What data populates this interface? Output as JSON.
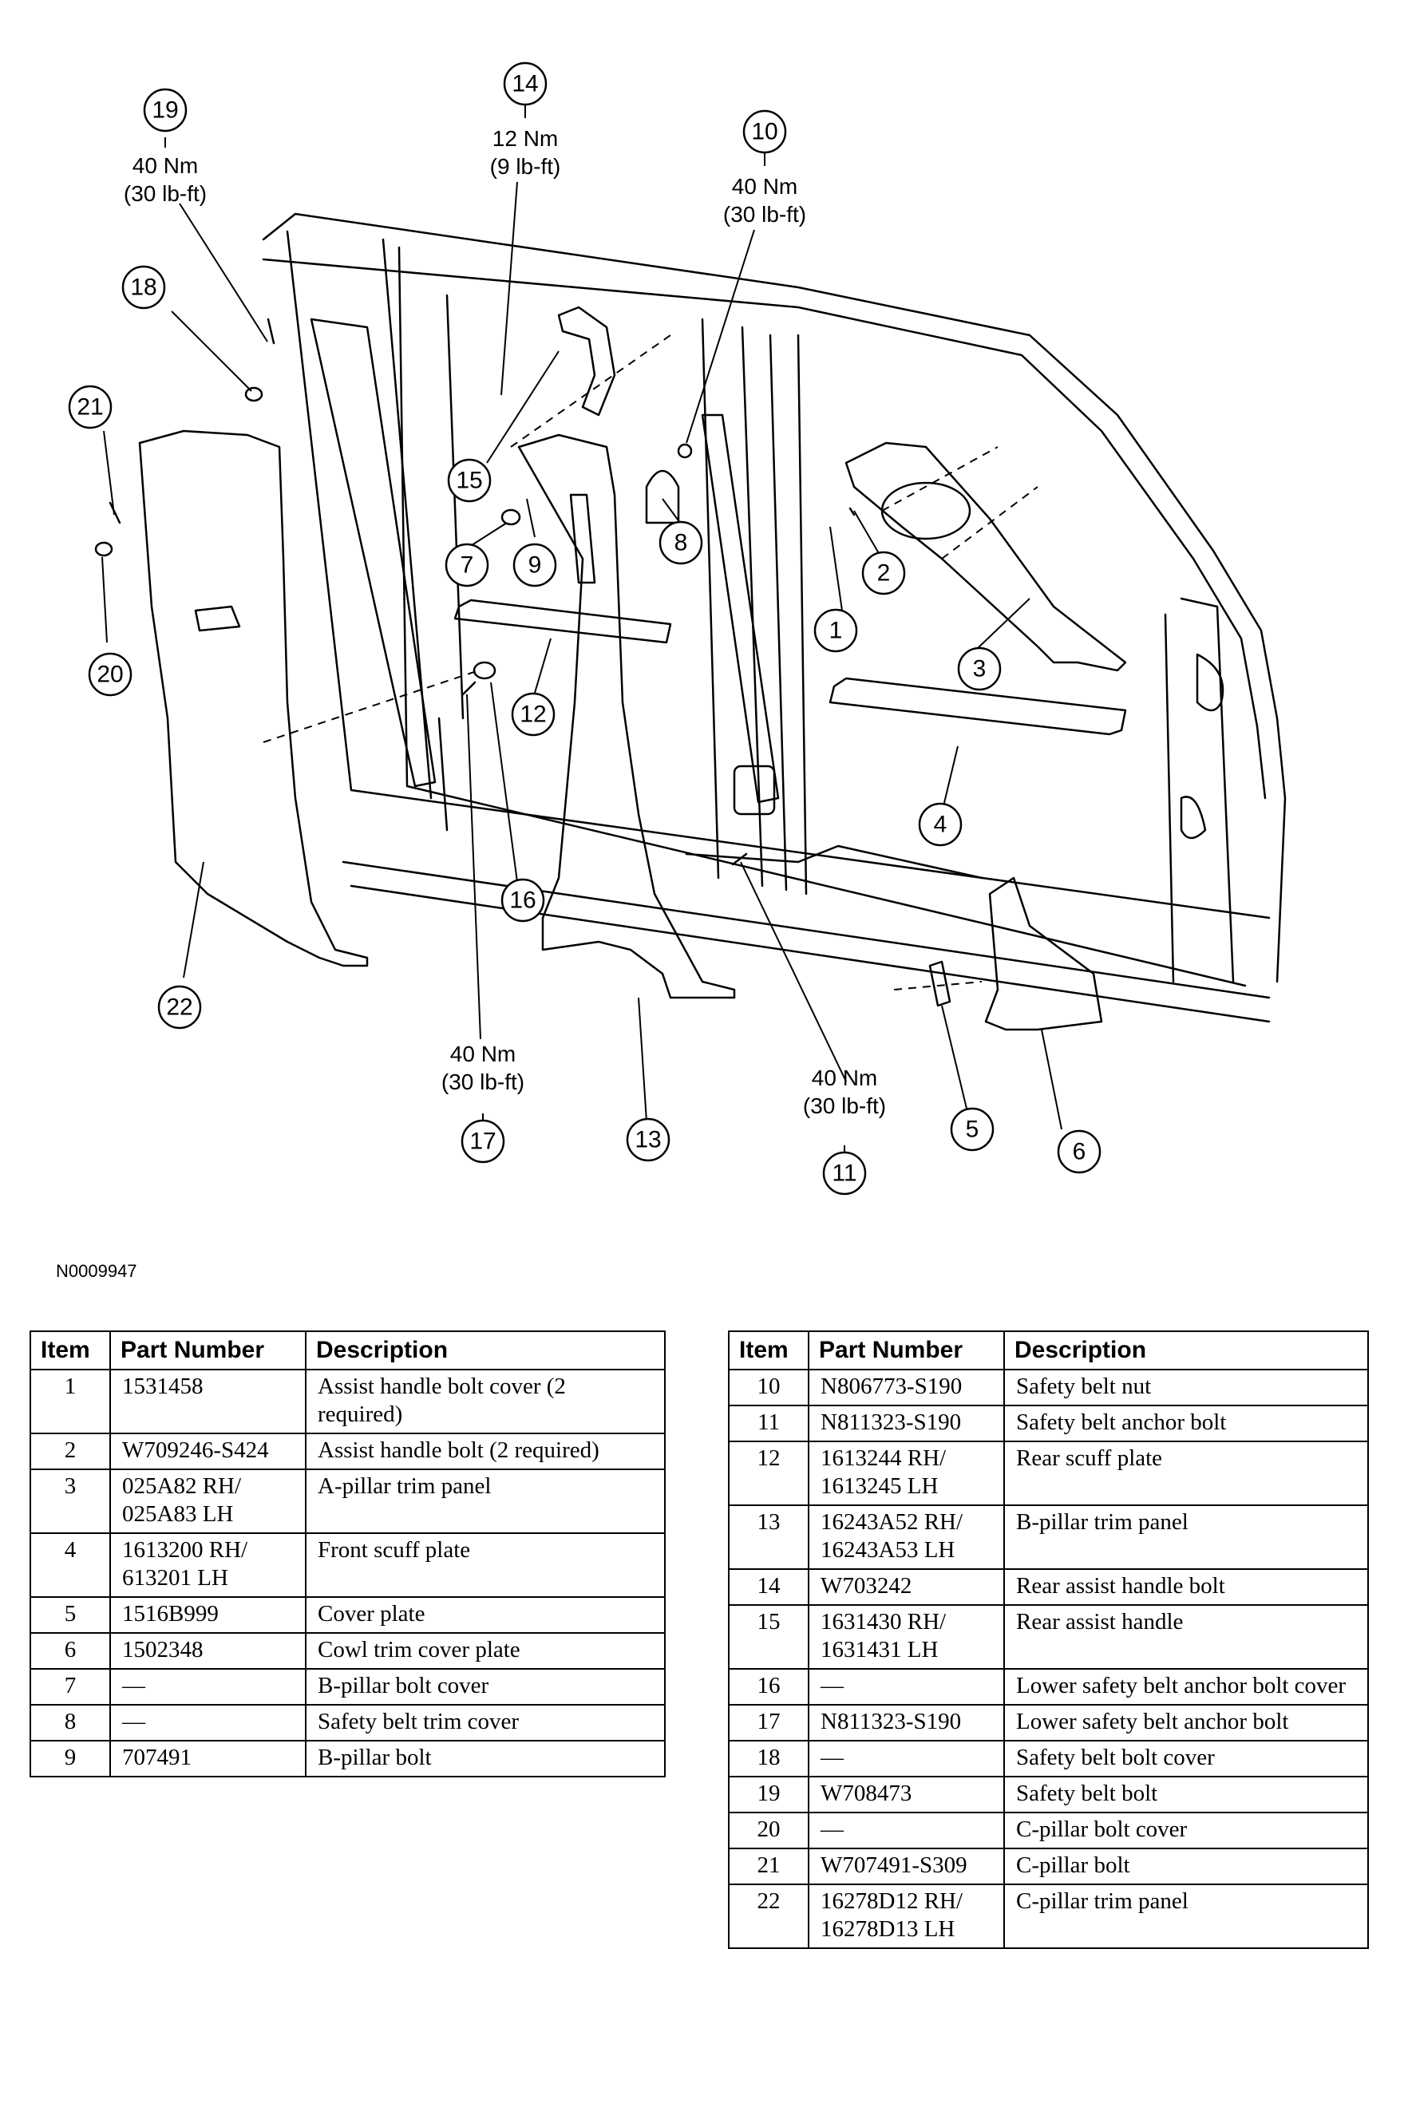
{
  "figure_id": "N0009947",
  "callouts": [
    "1",
    "2",
    "3",
    "4",
    "5",
    "6",
    "7",
    "8",
    "9",
    "10",
    "11",
    "12",
    "13",
    "14",
    "15",
    "16",
    "17",
    "18",
    "19",
    "20",
    "21",
    "22"
  ],
  "torques": {
    "t19": [
      "40 Nm",
      "(30 lb-ft)"
    ],
    "t14": [
      "12 Nm",
      "(9 lb-ft)"
    ],
    "t10": [
      "40 Nm",
      "(30 lb-ft)"
    ],
    "t17": [
      "40 Nm",
      "(30 lb-ft)"
    ],
    "t11": [
      "40 Nm",
      "(30 lb-ft)"
    ]
  },
  "table": {
    "headers": [
      "Item",
      "Part Number",
      "Description"
    ],
    "left_rows": [
      [
        "1",
        "1531458",
        "Assist handle bolt cover (2 required)"
      ],
      [
        "2",
        "W709246-S424",
        "Assist handle bolt (2 required)"
      ],
      [
        "3",
        "025A82 RH/ 025A83 LH",
        "A-pillar trim panel"
      ],
      [
        "4",
        "1613200 RH/ 613201 LH",
        "Front scuff plate"
      ],
      [
        "5",
        "1516B999",
        "Cover plate"
      ],
      [
        "6",
        "1502348",
        "Cowl trim cover plate"
      ],
      [
        "7",
        "—",
        "B-pillar bolt cover"
      ],
      [
        "8",
        "—",
        "Safety belt trim cover"
      ],
      [
        "9",
        "707491",
        "B-pillar bolt"
      ]
    ],
    "right_rows": [
      [
        "10",
        "N806773-S190",
        "Safety belt nut"
      ],
      [
        "11",
        "N811323-S190",
        "Safety belt anchor bolt"
      ],
      [
        "12",
        "1613244 RH/ 1613245 LH",
        "Rear scuff plate"
      ],
      [
        "13",
        "16243A52 RH/ 16243A53 LH",
        "B-pillar trim panel"
      ],
      [
        "14",
        "W703242",
        "Rear assist handle bolt"
      ],
      [
        "15",
        "1631430 RH/ 1631431 LH",
        "Rear assist handle"
      ],
      [
        "16",
        "—",
        "Lower safety belt anchor bolt cover"
      ],
      [
        "17",
        "N811323-S190",
        "Lower safety belt anchor bolt"
      ],
      [
        "18",
        "—",
        "Safety belt bolt cover"
      ],
      [
        "19",
        "W708473",
        "Safety belt bolt"
      ],
      [
        "20",
        "—",
        "C-pillar bolt cover"
      ],
      [
        "21",
        "W707491-S309",
        "C-pillar bolt"
      ],
      [
        "22",
        "16278D12 RH/ 16278D13 LH",
        "C-pillar trim panel"
      ]
    ]
  }
}
